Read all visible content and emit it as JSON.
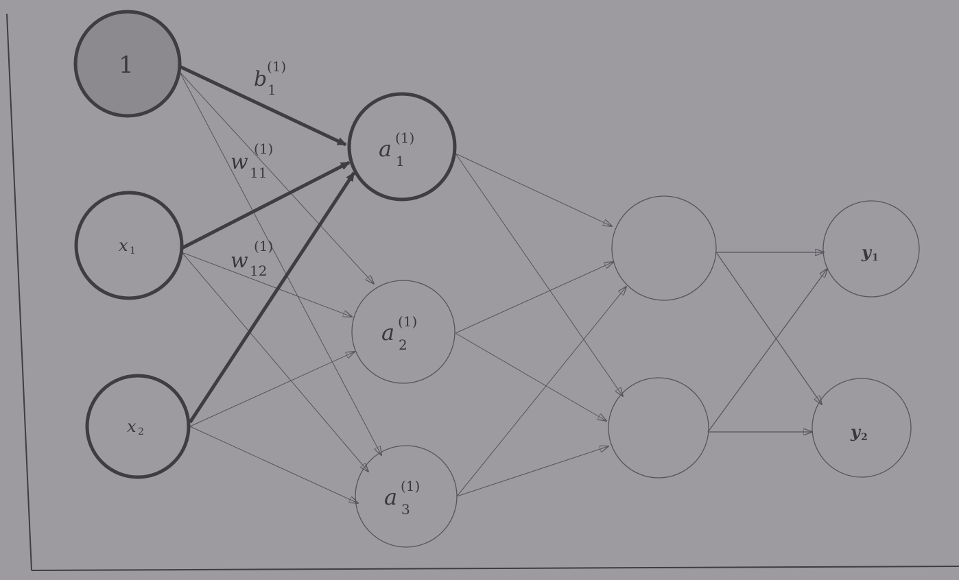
{
  "nodes": {
    "bias": {
      "text": "1"
    },
    "x1": {
      "main": "x",
      "sub": "1"
    },
    "x2": {
      "main": "x",
      "sub": "2"
    },
    "a1": {
      "main": "a",
      "sub": "1",
      "sup": "(1)"
    },
    "a2": {
      "main": "a",
      "sub": "2",
      "sup": "(1)"
    },
    "a3": {
      "main": "a",
      "sub": "3",
      "sup": "(1)"
    },
    "y1": {
      "main": "y",
      "sub": "1"
    },
    "y2": {
      "main": "y",
      "sub": "2"
    }
  },
  "edge_labels": {
    "b1": {
      "main": "b",
      "sub": "1",
      "sup": "(1)"
    },
    "w11": {
      "main": "w",
      "sub": "11",
      "sup": "(1)"
    },
    "w12": {
      "main": "w",
      "sub": "12",
      "sup": "(1)"
    }
  },
  "colors": {
    "background": "#9d9b9f",
    "strong_stroke": "#3f3d41",
    "thin_stroke": "#56545a",
    "bias_fill": "#8c8a8e"
  }
}
